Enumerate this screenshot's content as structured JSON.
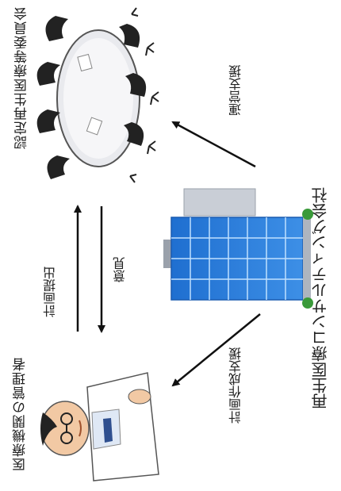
{
  "nodes": {
    "committee": "認定再生医療等委員会",
    "hospital_manager": "医療機関の管理者",
    "company": "再生医療コンサルティング会社"
  },
  "edges": {
    "plan_submission": "計画提出",
    "opinion": "意見",
    "operation_support": "運営支援",
    "plan_support": "計画作成支援"
  },
  "icons": {
    "committee": "meeting-table-icon",
    "hospital_manager": "doctor-icon",
    "company": "office-building-icon"
  }
}
